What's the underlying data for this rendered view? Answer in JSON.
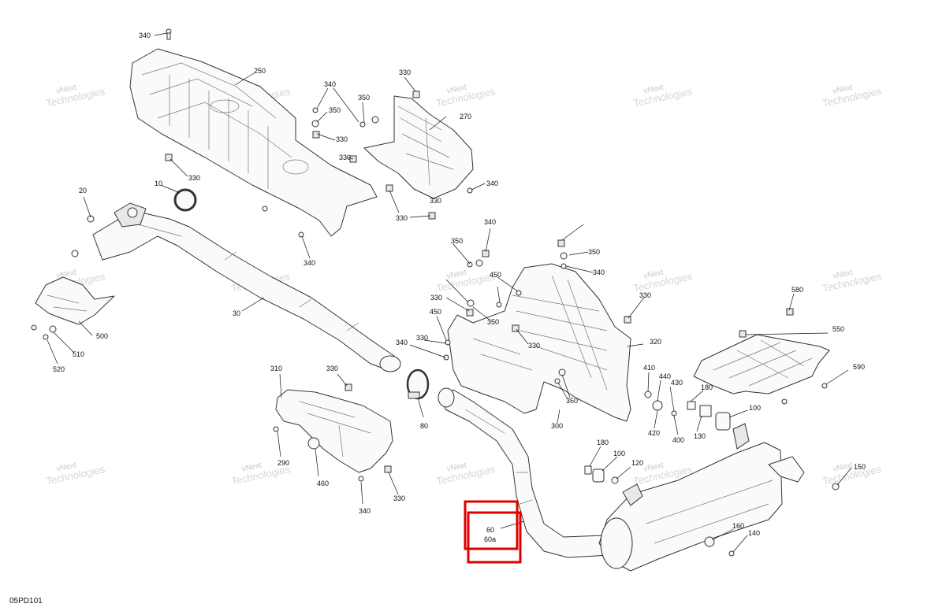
{
  "diagram": {
    "reference_code": "05PD101",
    "watermark_line1": "vNext",
    "watermark_line2": "Technologies",
    "highlight_color": "#e00000",
    "highlight_labels": [
      "60",
      "60a"
    ],
    "callouts": [
      "340",
      "250",
      "340",
      "350",
      "350",
      "330",
      "270",
      "330",
      "330",
      "340",
      "330",
      "330",
      "340",
      "20",
      "10",
      "330",
      "350",
      "340",
      "350",
      "340",
      "450",
      "330",
      "350",
      "450",
      "330",
      "340",
      "330",
      "350",
      "320",
      "330",
      "580",
      "550",
      "590",
      "410",
      "440",
      "430",
      "180",
      "100",
      "420",
      "400",
      "130",
      "30",
      "500",
      "510",
      "520",
      "310",
      "330",
      "80",
      "300",
      "290",
      "330",
      "460",
      "340",
      "180",
      "100",
      "120",
      "150",
      "160",
      "140"
    ]
  }
}
